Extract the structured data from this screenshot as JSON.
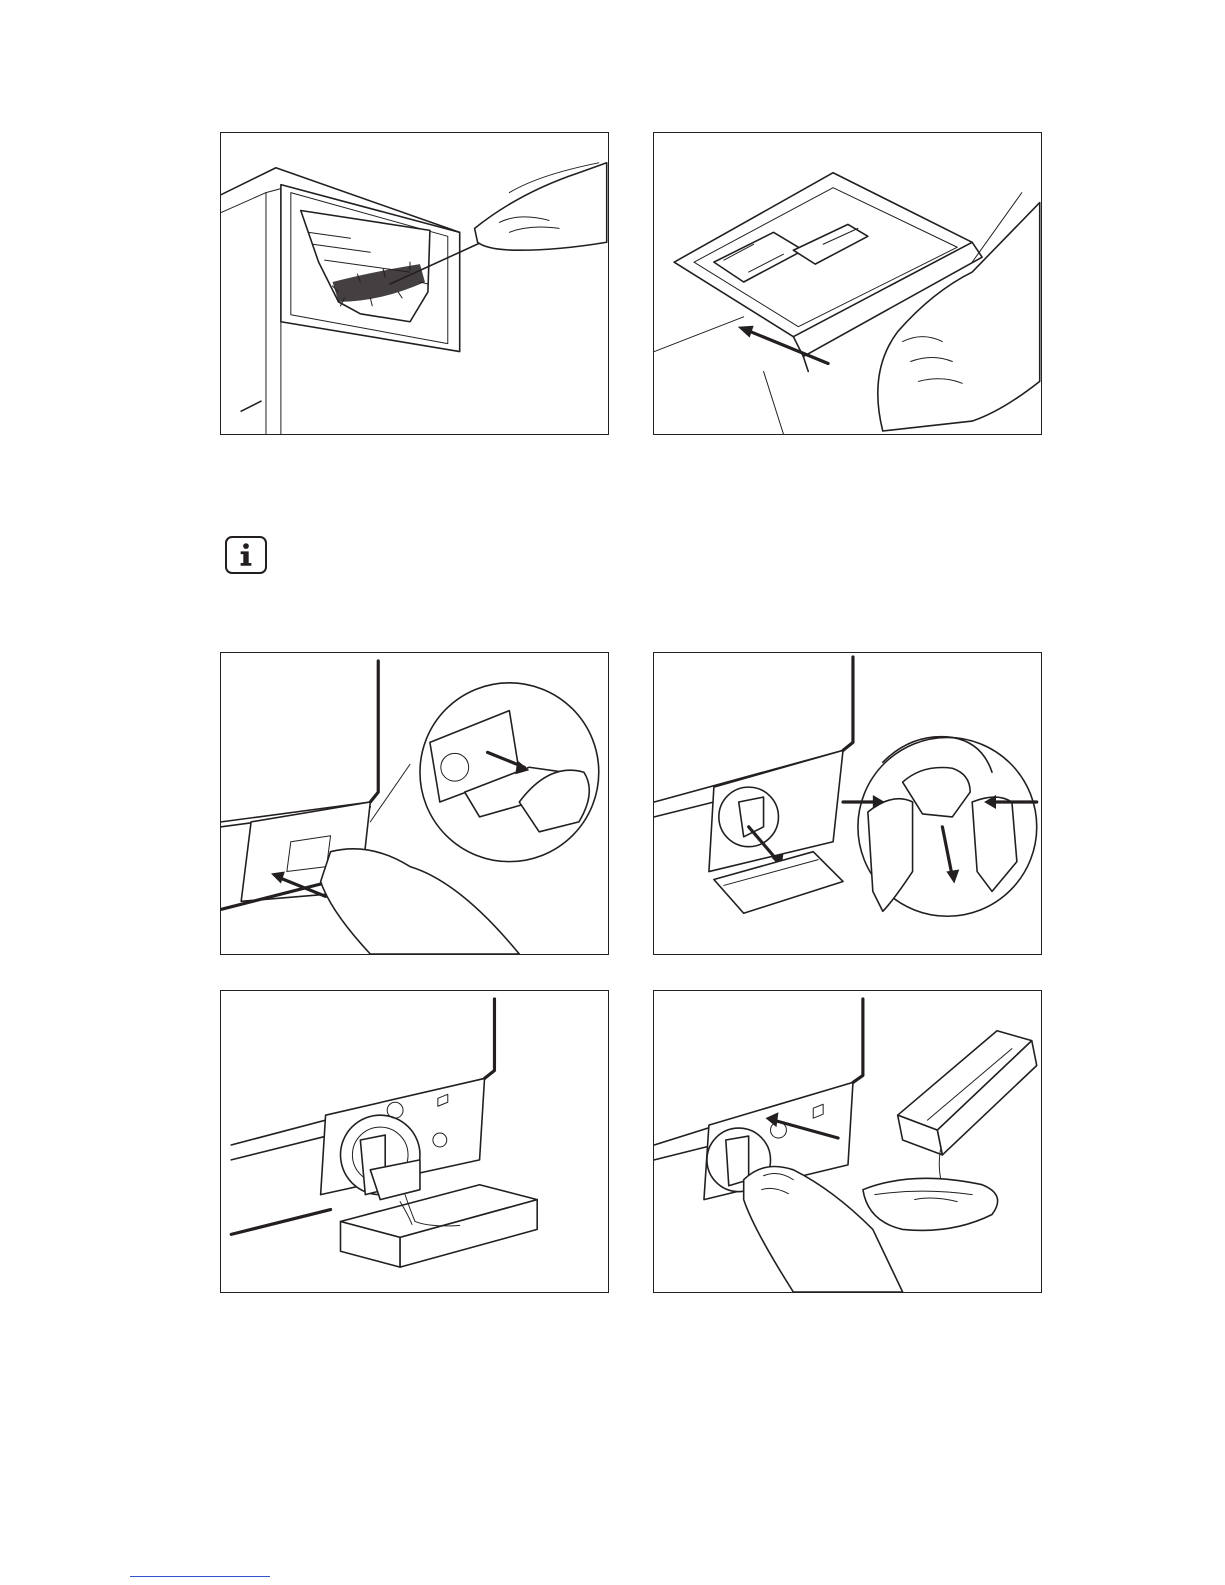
{
  "page": {
    "panels": [
      {
        "id": "p1",
        "icon": "clean-dispenser-brush-illustration"
      },
      {
        "id": "p2",
        "icon": "insert-dispenser-drawer-illustration"
      },
      {
        "id": "p3",
        "icon": "open-filter-flap-illustration"
      },
      {
        "id": "p4",
        "icon": "unscrew-drain-filter-illustration"
      },
      {
        "id": "p5",
        "icon": "drain-water-into-tray-illustration"
      },
      {
        "id": "p6",
        "icon": "empty-tray-and-refit-filter-illustration"
      }
    ],
    "info_icon": "info-icon",
    "colors": {
      "line": "#231f20",
      "background": "#ffffff",
      "footer_rule": "#3355cc"
    }
  }
}
